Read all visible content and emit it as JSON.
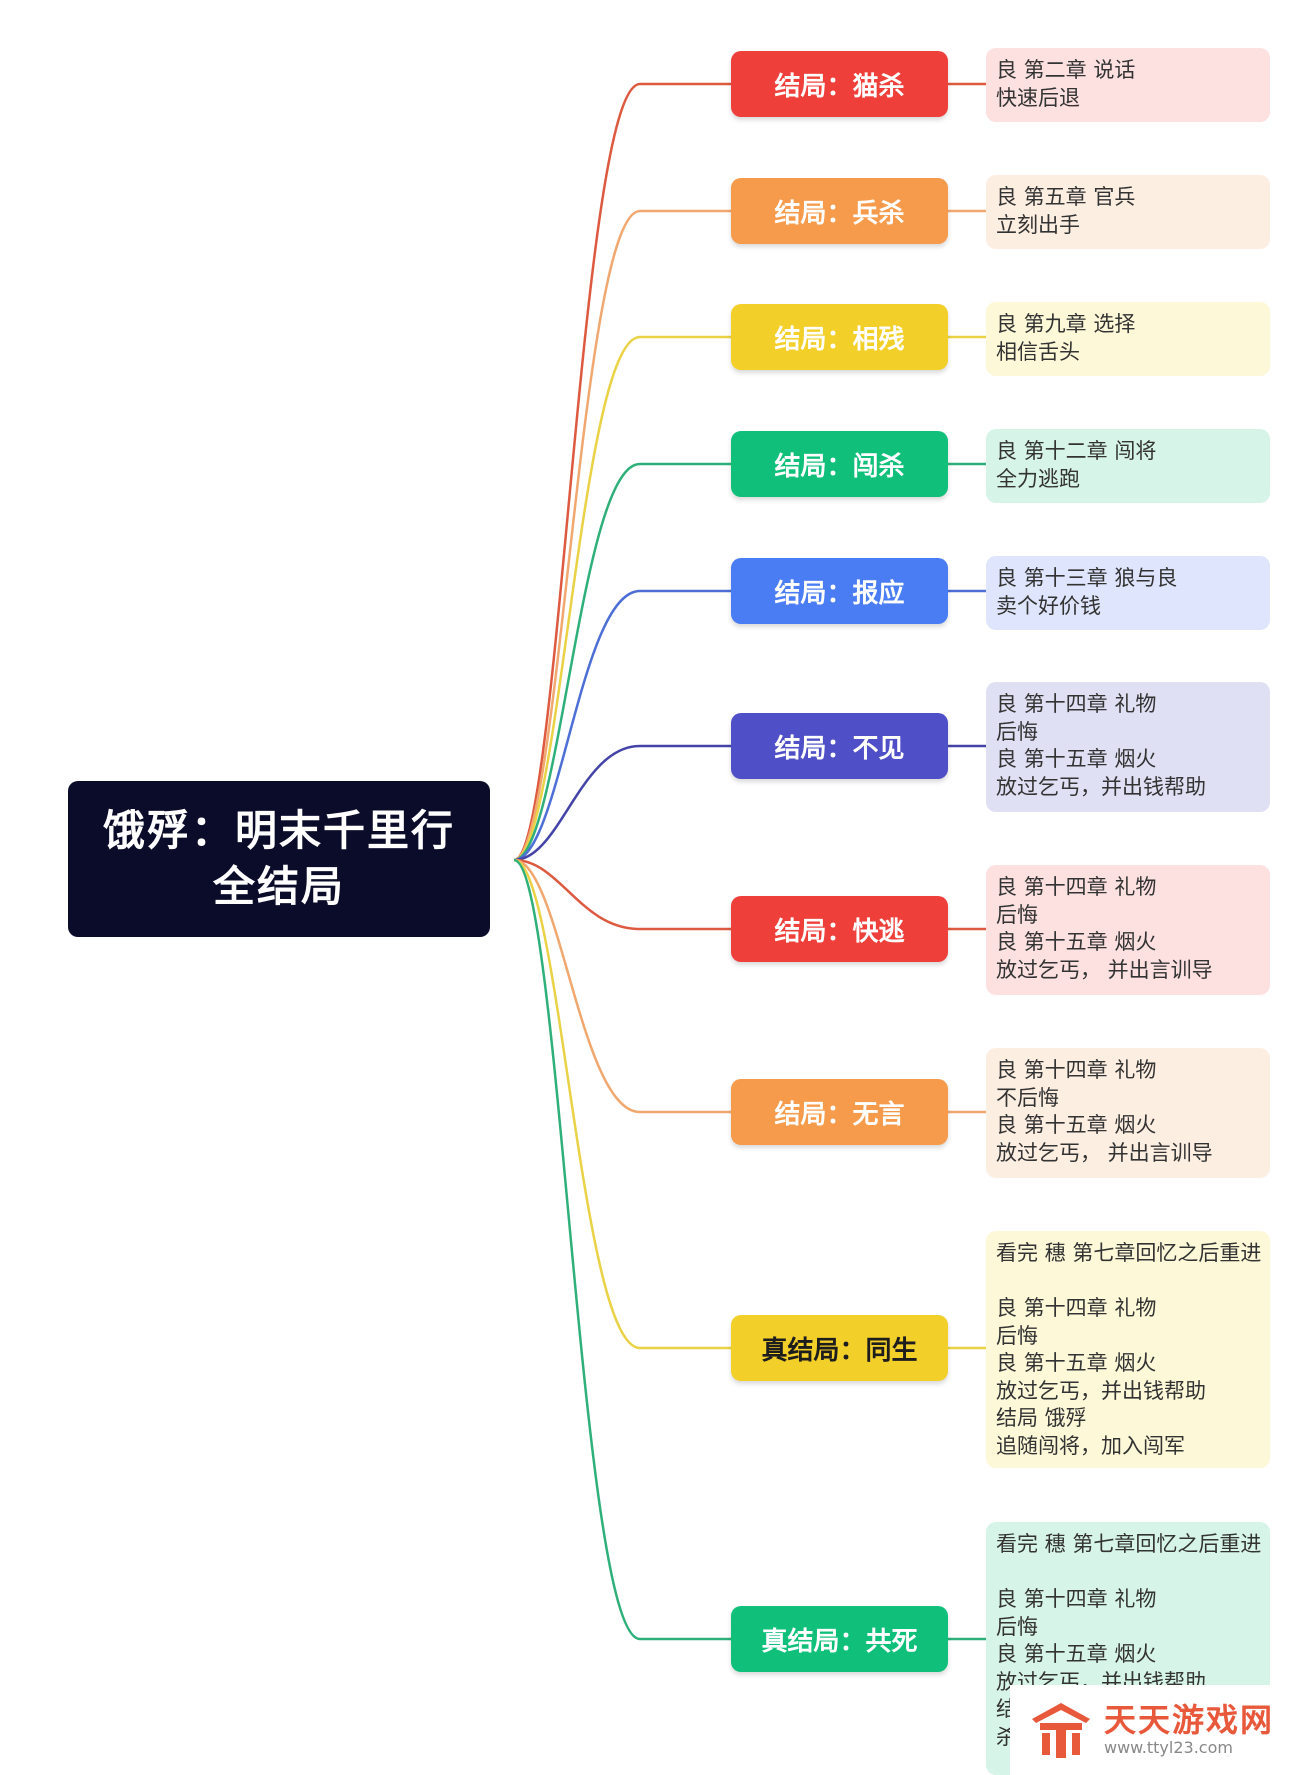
{
  "root": {
    "line1": "饿殍：明末千里行",
    "line2": "全结局"
  },
  "endings": [
    {
      "label": "结局：猫杀",
      "node_color": "#ef3f3a",
      "detail_color": "#fde0e0",
      "line_color": "#dd5a40",
      "text_dark": false,
      "lines": [
        "良 第二章 说话",
        "快速后退"
      ]
    },
    {
      "label": "结局：兵杀",
      "node_color": "#f59b4b",
      "detail_color": "#fdeee2",
      "line_color": "#f1a870",
      "text_dark": false,
      "lines": [
        "良 第五章 官兵",
        "立刻出手"
      ]
    },
    {
      "label": "结局：相残",
      "node_color": "#f3cf2a",
      "detail_color": "#fdf8d8",
      "line_color": "#ead246",
      "text_dark": false,
      "lines": [
        "良 第九章 选择",
        "相信舌头"
      ]
    },
    {
      "label": "结局：闯杀",
      "node_color": "#10c07a",
      "detail_color": "#d6f4e7",
      "line_color": "#2fb07a",
      "text_dark": false,
      "lines": [
        "良 第十二章 闯将",
        "全力逃跑"
      ]
    },
    {
      "label": "结局：报应",
      "node_color": "#4a7cf3",
      "detail_color": "#dee5fc",
      "line_color": "#4d6fd6",
      "text_dark": false,
      "lines": [
        "良 第十三章 狼与良",
        "卖个好价钱"
      ]
    },
    {
      "label": "结局：不见",
      "node_color": "#4f4fc7",
      "detail_color": "#e0e0f5",
      "line_color": "#4444a8",
      "text_dark": false,
      "lines": [
        "良 第十四章 礼物",
        "后悔",
        "良 第十五章 烟火",
        "放过乞丐，并出钱帮助"
      ]
    },
    {
      "label": "结局：快逃",
      "node_color": "#ef3f3a",
      "detail_color": "#fde0e0",
      "line_color": "#dd5a40",
      "text_dark": false,
      "lines": [
        "良 第十四章 礼物",
        "后悔",
        "良 第十五章 烟火",
        "放过乞丐， 并出言训导"
      ]
    },
    {
      "label": "结局：无言",
      "node_color": "#f59b4b",
      "detail_color": "#fdeee2",
      "line_color": "#f1a870",
      "text_dark": false,
      "lines": [
        "良 第十四章 礼物",
        "不后悔",
        "良 第十五章 烟火",
        "放过乞丐， 并出言训导"
      ]
    },
    {
      "label": "真结局：同生",
      "node_color": "#f3cf2a",
      "detail_color": "#fdf8d8",
      "line_color": "#ead246",
      "text_dark": true,
      "lines": [
        "看完 穗 第七章回忆之后重进",
        "",
        "良 第十四章 礼物",
        "后悔",
        "良 第十五章 烟火",
        "放过乞丐，并出钱帮助",
        "结局 饿殍",
        "追随闯将，加入闯军"
      ]
    },
    {
      "label": "真结局：共死",
      "node_color": "#10c07a",
      "detail_color": "#d6f4e7",
      "line_color": "#2fb07a",
      "text_dark": false,
      "lines": [
        "看完 穗 第七章回忆之后重进",
        "",
        "良 第十四章 礼物",
        "后悔",
        "良 第十五章 烟火",
        "放过乞丐，并出钱帮助",
        "结",
        "杀"
      ]
    }
  ],
  "watermark": {
    "title": "天天游戏网",
    "url": "www.ttyl23.com",
    "logo_color": "#e8583b"
  }
}
